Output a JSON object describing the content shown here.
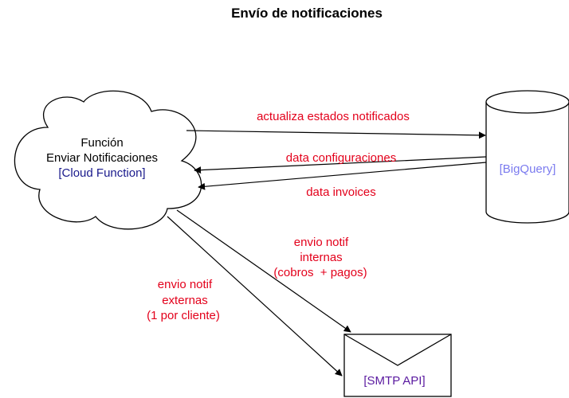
{
  "title": "Envío de notificaciones",
  "nodes": {
    "cloud_function": {
      "line1": "Función",
      "line2": "Enviar Notificaciones",
      "line3": "[Cloud Function]"
    },
    "bigquery": {
      "label": "[BigQuery]"
    },
    "smtp": {
      "label": "[SMTP API]"
    }
  },
  "edges": {
    "actualiza": "actualiza estados notificados",
    "configuraciones": "data configuraciones",
    "invoices": "data invoices",
    "internas": {
      "line1": "envio notif",
      "line2": "internas",
      "line3": "(cobros  + pagos)"
    },
    "externas": {
      "line1": "envio notif",
      "line2": "externas",
      "line3": "(1 por cliente)"
    }
  },
  "colors": {
    "edge_label": "#e3001b",
    "cloud_function_type": "#1a1a8c",
    "bigquery_label": "#7b7bef",
    "smtp_label": "#5a1aa0",
    "stroke": "#000000"
  }
}
